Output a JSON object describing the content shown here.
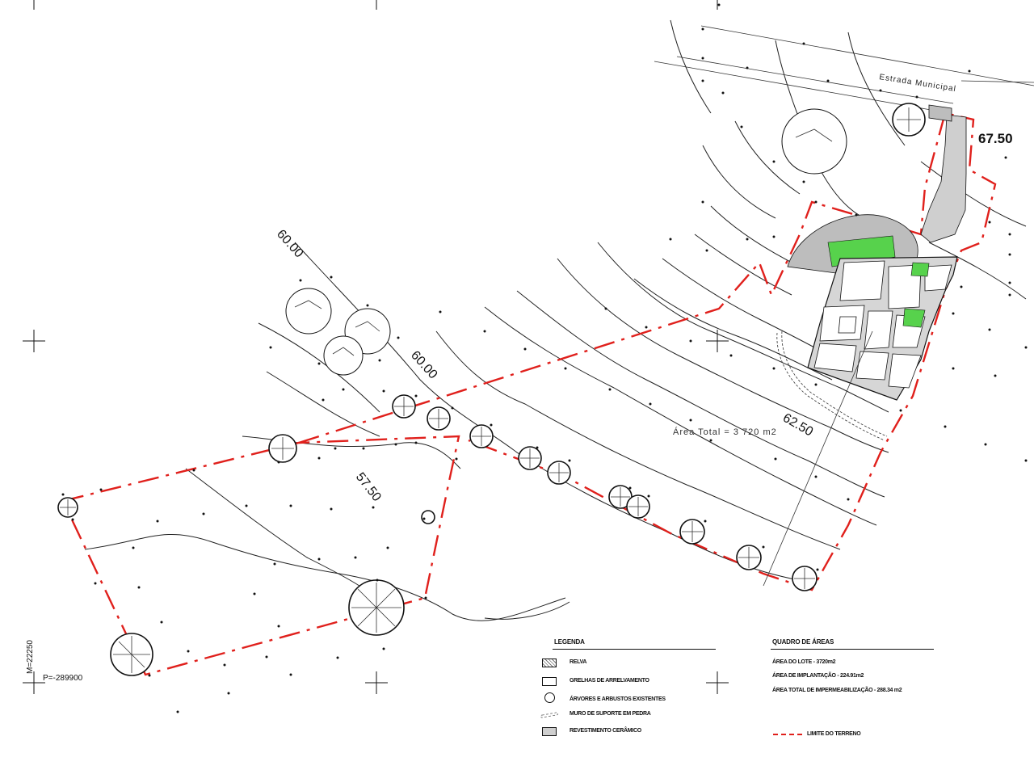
{
  "road": {
    "name": "Estrada Municipal"
  },
  "site": {
    "area_total": "Área Total = 3 720 m2"
  },
  "contours": {
    "label_60_upper": "60.00",
    "label_60_lower": "60.00",
    "label_5750": "57.50",
    "label_6250": "62.50",
    "label_6750": "67.50"
  },
  "coordinates": {
    "p_value": "P=-289900",
    "m_value": "M=22250"
  },
  "legend": {
    "title": "LEGENDA",
    "items": [
      {
        "label": "RELVA",
        "icon": "grass-hatch-icon"
      },
      {
        "label": "GRELHAS DE ARRELVAMENTO",
        "icon": "grass-grid-icon"
      },
      {
        "label": "ÁRVORES E ARBUSTOS EXISTENTES",
        "icon": "tree-icon"
      },
      {
        "label": "MURO DE SUPORTE EM PEDRA",
        "icon": "stone-wall-icon"
      },
      {
        "label": "REVESTIMENTO CERÂMICO",
        "icon": "ceramic-icon"
      }
    ]
  },
  "areas": {
    "title": "QUADRO DE ÁREAS",
    "lines": [
      "ÁREA DO LOTE - 3720m2",
      "ÁREA DE IMPLANTAÇÃO - 224.91m2",
      "ÁREA TOTAL DE IMPERMEABILIZAÇÃO - 288.34 m2"
    ],
    "boundary_label": "LIMITE DO TERRENO"
  },
  "colors": {
    "boundary": "#e0201c",
    "grass": "#57d24c",
    "ink": "#111111"
  }
}
